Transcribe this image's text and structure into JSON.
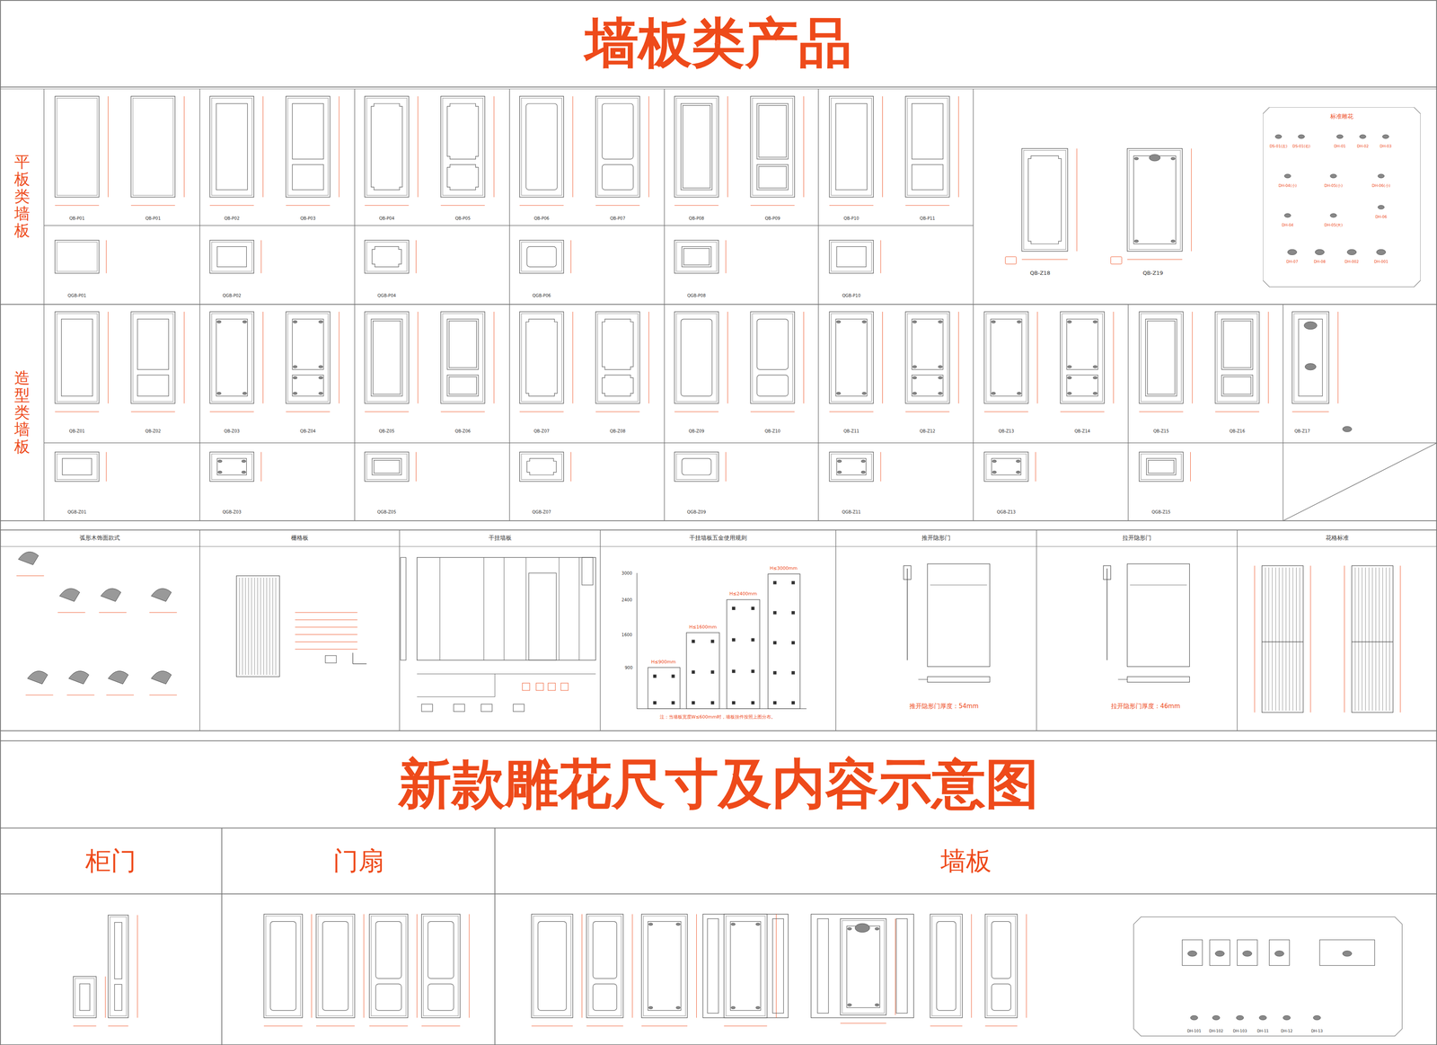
{
  "diagram": {
    "nodes": [
      {
        "text": [
          "墙板类产品"
        ]
      },
      {
        "text": [
          "平板类墙板"
        ]
      },
      {
        "text": [
          "标准雕花"
        ]
      },
      {
        "text": [
          "造型类墙板"
        ]
      },
      {
        "text": [
          "弧形木饰面款式"
        ]
      },
      {
        "text": [
          "栅格板"
        ]
      },
      {
        "text": [
          "干挂墙板"
        ]
      },
      {
        "text": [
          "干挂墙板五金使用规则"
        ]
      },
      {
        "text": [
          "推开隐形门"
        ]
      },
      {
        "text": [
          "拉开隐形门"
        ]
      },
      {
        "text": [
          "花格标准"
        ]
      },
      {
        "text": [
          "新款雕花尺寸及内容示意图"
        ]
      },
      {
        "text": [
          "柜门"
        ]
      },
      {
        "text": [
          "门扇"
        ]
      },
      {
        "text": [
          "墙板"
        ]
      }
    ],
    "labels": [
      "QB-P01",
      "QB-P01",
      "QB-P02",
      "QB-P03",
      "QB-P04",
      "QB-P05",
      "QB-P06",
      "QB-P07",
      "QB-P08",
      "QB-P09",
      "QB-P10",
      "QB-P11",
      "QB-Z18",
      "QB-Z19",
      "QGB-P01",
      "QGB-P02",
      "QGB-P04",
      "QGB-P06",
      "QGB-P08",
      "QGB-P10",
      "DS-01(左)",
      "DS-01(右)",
      "DH-01",
      "DH-02",
      "DH-03",
      "DH-04(小)",
      "DH-05(小)",
      "DH-06(小)",
      "DH-04",
      "DH-05(大)",
      "DH-06",
      "DH-07",
      "DH-08",
      "DH-002",
      "DH-001",
      "QB-Z01",
      "QB-Z02",
      "QB-Z03",
      "QB-Z04",
      "QB-Z05",
      "QB-Z06",
      "QB-Z07",
      "QB-Z08",
      "QB-Z09",
      "QB-Z10",
      "QB-Z11",
      "QB-Z12",
      "QB-Z13",
      "QB-Z14",
      "QB-Z15",
      "QB-Z16",
      "QB-Z17",
      "QGB-Z01",
      "QGB-Z03",
      "QGB-Z05",
      "QGB-Z07",
      "QGB-Z09",
      "QGB-Z11",
      "QGB-Z13",
      "QGB-Z15",
      "H≤900mm",
      "H≤1600mm",
      "H≤2400mm",
      "H≤3000mm",
      "3000",
      "2400",
      "1600",
      "900",
      "注：当墙板宽度W≤600mm时，墙板挂件按照上图分布。",
      "推开隐形门厚度：54mm",
      "拉开隐形门厚度：46mm",
      "DH-101",
      "DH-102",
      "DH-103",
      "DH-11",
      "DH-12",
      "DH-13"
    ]
  }
}
